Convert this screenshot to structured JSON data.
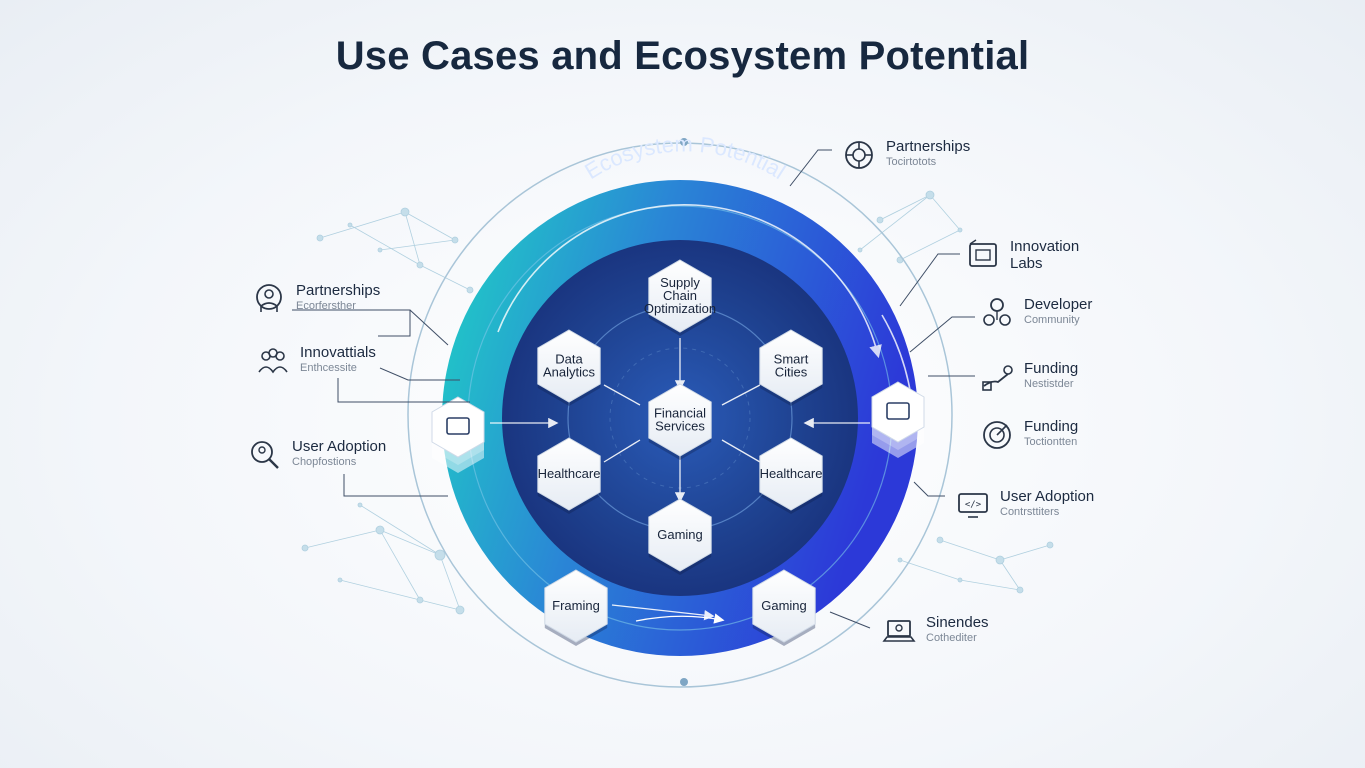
{
  "title": "Use Cases and Ecosystem Potential",
  "ring_label": "Ecosystem Potential",
  "hexagons": {
    "supply_chain": [
      "Supply",
      "Chain",
      "Optimization"
    ],
    "data_analytics": [
      "Data",
      "Analytics"
    ],
    "smart_cities": [
      "Smart",
      "Cities"
    ],
    "financial_services": [
      "Financial",
      "Services"
    ],
    "healthcare_left": [
      "Healthcare"
    ],
    "healthcare_right": [
      "Healthcare"
    ],
    "gaming_center": [
      "Gaming"
    ],
    "framing": [
      "Framing"
    ],
    "gaming_bottom": [
      "Gaming"
    ]
  },
  "callouts_left": [
    {
      "name": "Partnerships",
      "sub": "Ecorfersther",
      "icon": "handshake-icon"
    },
    {
      "name": "Innovattials",
      "sub": "Enthcessite",
      "icon": "people-icon"
    },
    {
      "name": "User Adoption",
      "sub": "Chopfostions",
      "icon": "magnifier-user-icon"
    }
  ],
  "callouts_right": [
    {
      "name": "Partnerships",
      "sub": "Tocirtotots",
      "icon": "gear-network-icon"
    },
    {
      "name": "Innovation Labs",
      "sub": "",
      "icon": "lab-icon"
    },
    {
      "name": "Developer",
      "sub": "Community",
      "icon": "developer-icon"
    },
    {
      "name": "Funding",
      "sub": "Nestistder",
      "icon": "funding-icon"
    },
    {
      "name": "Funding",
      "sub": "Toctiontten",
      "icon": "target-icon"
    },
    {
      "name": "User Adoption",
      "sub": "Contrsttiters",
      "icon": "monitor-code-icon"
    },
    {
      "name": "Sinendes",
      "sub": "Cothediter",
      "icon": "laptop-icon"
    }
  ],
  "colors": {
    "ring_start": "#22d3c5",
    "ring_end": "#2a3fd8",
    "inner_dark": "#1b3a8a",
    "title": "#17283f"
  }
}
